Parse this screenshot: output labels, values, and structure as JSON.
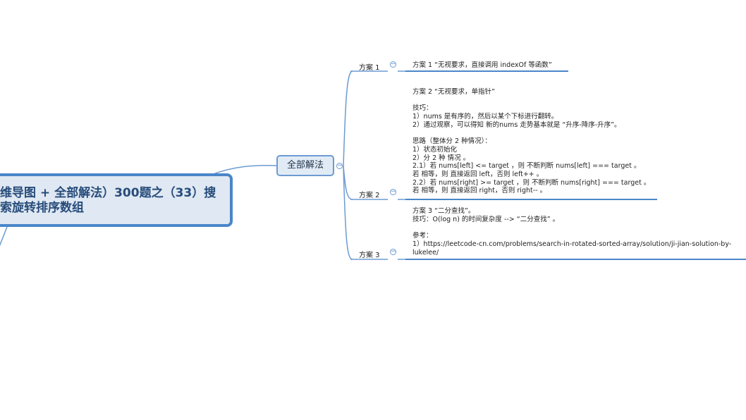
{
  "root": {
    "title_lines": [
      "维导图 + 全部解法）300题之（33）搜",
      "索旋转排序数组"
    ]
  },
  "branch": {
    "label": "全部解法"
  },
  "schemes": [
    {
      "label": "方案 1",
      "note_lines": [
        "方案 1 “无视要求，直接调用 indexOf 等函数”"
      ]
    },
    {
      "label": "方案 2",
      "note_lines": [
        "方案 2 “无视要求，单指针”",
        "",
        "技巧：",
        "1）nums 是有序的，然后以某个下标进行翻转。",
        "2）通过观察，可以得知 新的nums 走势基本就是 “升序-降序-升序”。",
        "",
        "思路（整体分 2 种情况）：",
        "1）状态初始化",
        "2）分 2 种 情况 。",
        "2.1）若 nums[left] <= target ，则 不断判断 nums[left] === target 。",
        "若 相等，则 直接返回 left，否则 left++ 。",
        "2.2）若 nums[right] >= target ，则 不断判断 nums[right] === target 。",
        "若 相等，则 直接返回 right，否则 right-- 。"
      ]
    },
    {
      "label": "方案 3",
      "note_lines": [
        "方案 3 “二分查找”。",
        "技巧：O(log n) 的时间复杂度 --> “二分查找” 。",
        "",
        "参考：",
        "1）https://leetcode-cn.com/problems/search-in-rotated-sorted-array/solution/ji-jian-solution-by-",
        "lukelee/"
      ]
    }
  ],
  "colors": {
    "connector": "#6c9bd2",
    "root_border": "#4a86c8",
    "root_fill": "#dfe8f3",
    "branch_fill": "#e1ebf6"
  }
}
